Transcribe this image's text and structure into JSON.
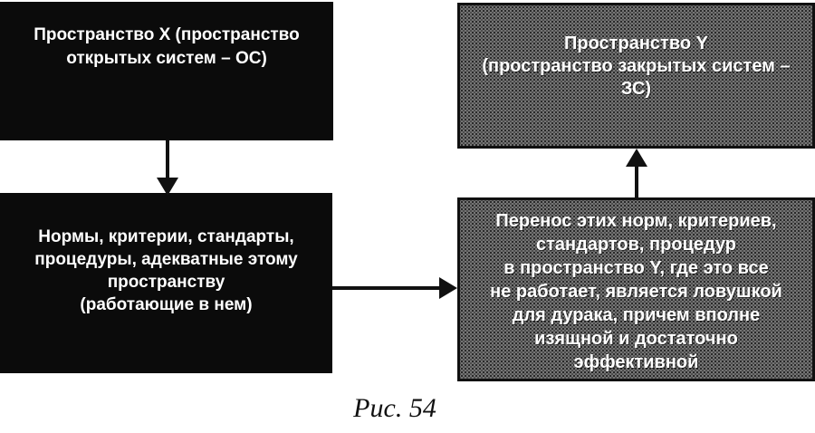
{
  "boxes": {
    "space_x": "Пространство X (пространство\nоткрытых систем – ОС)",
    "space_y": "Пространство Y\n(пространство закрытых систем –\nЗС)",
    "norms": "Нормы, критерии, стандарты,\nпроцедуры, адекватные этому\nпространству\n(работающие в нем)",
    "transfer": "Перенос этих норм, критериев,\nстандартов, процедур\nв пространство Y, где это все\nне работает, является ловушкой\nдля дурака, причем вполне\nизящной и достаточно\nэффективной"
  },
  "caption": "Рис. 54",
  "colors": {
    "black_box_bg": "#0b0b0b",
    "gray_box_bg": "#565656",
    "box_border": "#101010",
    "box_text": "#ffffff",
    "arrow": "#111111",
    "caption_text": "#111111",
    "page_background": "#ffffff"
  }
}
